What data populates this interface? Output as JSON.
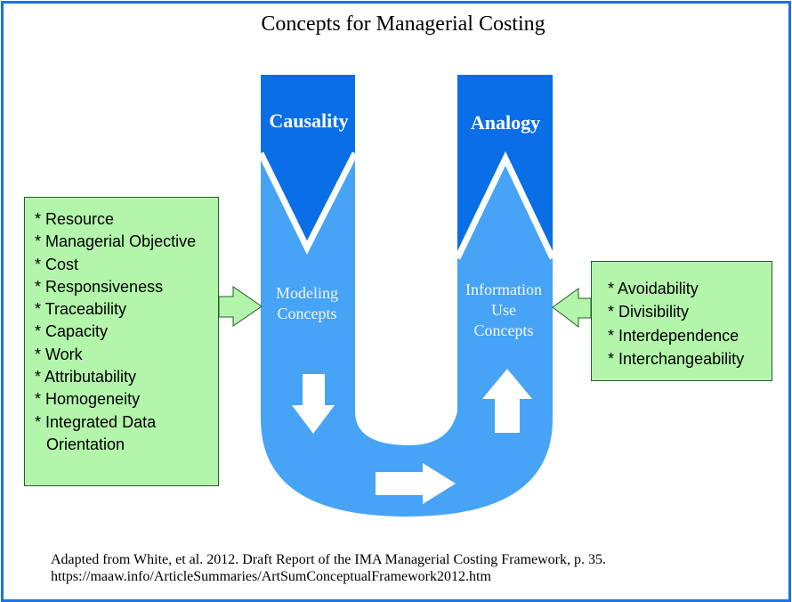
{
  "title": "Concepts for Managerial Costing",
  "left_column_label": "Causality",
  "right_column_label": "Analogy",
  "left_flow_label": [
    "Modeling",
    "Concepts"
  ],
  "right_flow_label": [
    "Information",
    "Use",
    "Concepts"
  ],
  "modeling_items": [
    "* Resource",
    "* Managerial Objective",
    "* Cost",
    "* Responsiveness",
    "* Traceability",
    "* Capacity",
    "* Work",
    "* Attributability",
    "* Homogeneity",
    "* Integrated Data",
    "Orientation"
  ],
  "information_use_items": [
    "* Avoidability",
    "* Divisibility",
    "* Interdependence",
    "* Interchangeability"
  ],
  "citation": [
    "Adapted from White, et al. 2012. Draft Report of the IMA Managerial Costing Framework, p. 35.",
    "https://maaw.info/ArticleSummaries/ArtSumConceptualFramework2012.htm"
  ],
  "colors": {
    "u_shape": "#47a3f5",
    "column_header": "#0a6ee6",
    "box_fill": "#b3f5ab",
    "border": "#1a73e8"
  }
}
